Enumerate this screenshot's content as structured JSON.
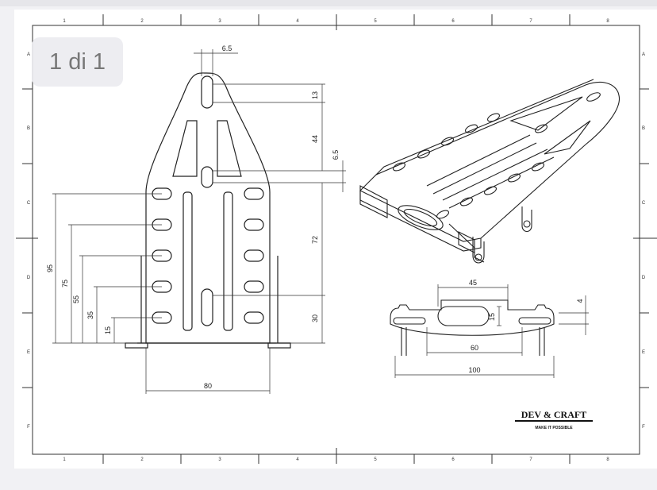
{
  "viewer": {
    "page_indicator": "1 di 1"
  },
  "drawing": {
    "column_labels": [
      "1",
      "2",
      "3",
      "4",
      "5",
      "6",
      "7",
      "8"
    ],
    "row_labels": [
      "A",
      "B",
      "C",
      "D",
      "E",
      "F"
    ],
    "front_view_dims": {
      "top_width": "6.5",
      "slot_height": "13",
      "spacing_upper": "44",
      "spacing_small": "6.5",
      "spacing_middle": "72",
      "spacing_lower": "30",
      "h95": "95",
      "h75": "75",
      "h55": "55",
      "h35": "35",
      "h15": "15",
      "width": "80"
    },
    "side_view_dims": {
      "slot_width": "45",
      "slot_height": "15",
      "thickness": "4",
      "inner_width": "60",
      "outer_width": "100"
    },
    "logo": {
      "brand": "DEV & CRAFT",
      "tagline": "MAKE IT POSSIBLE"
    }
  }
}
